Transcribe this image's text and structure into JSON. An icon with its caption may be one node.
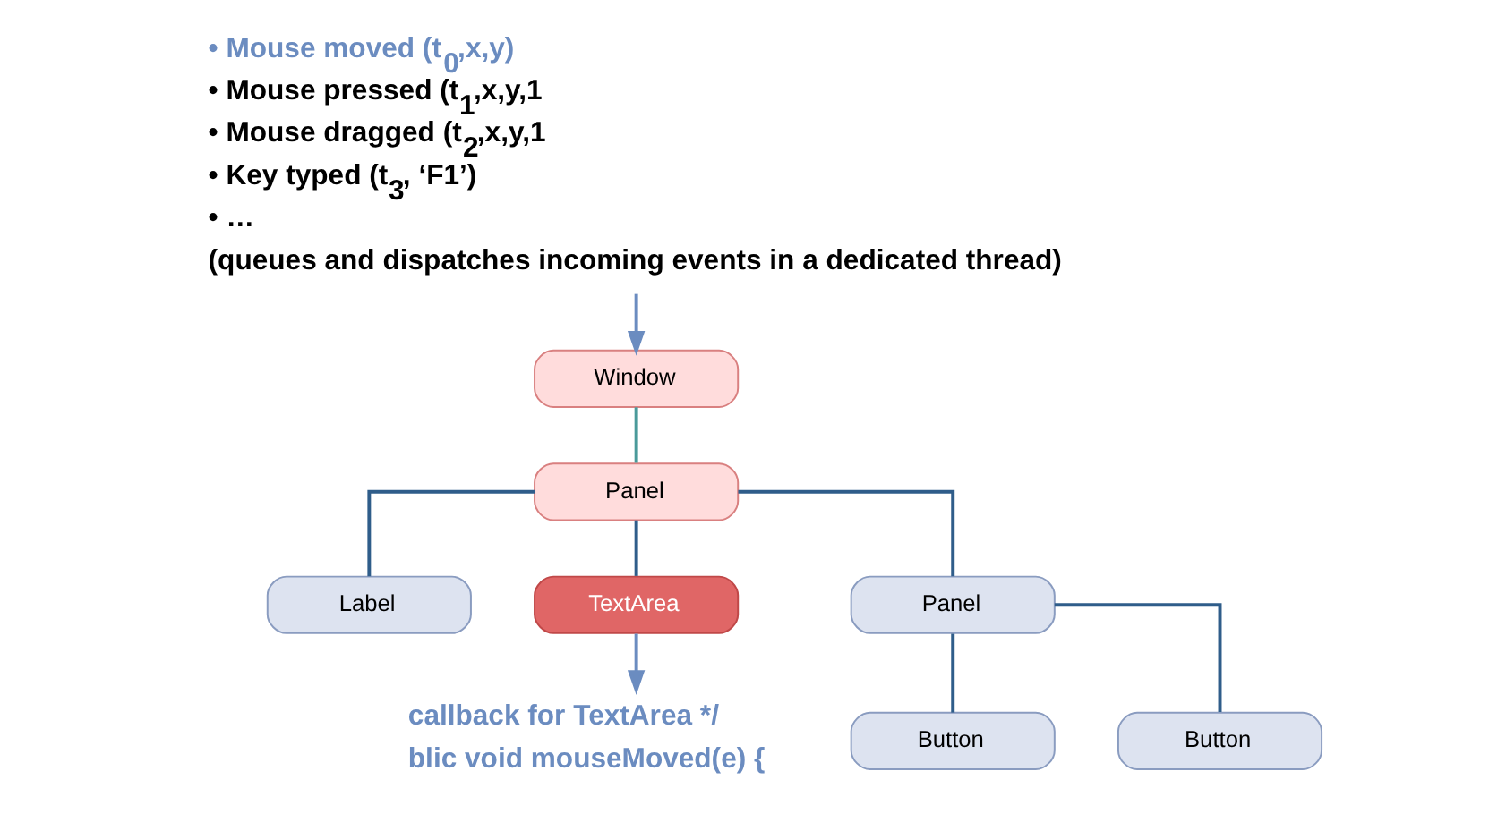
{
  "diagram": {
    "nodes": [
      {
        "text": [
          "• Mouse moved (t$_{0}$,x,y)",
          "• Mouse pressed (t$_{1}$,x,y,1",
          "• Mouse dragged (t$_{2}$,x,y,1",
          "• Key typed (t$_{3}$, ‘F1’)",
          "• …",
          "(queues and dispatches incoming events in a dedicated thread)"
        ]
      },
      {
        "text": [
          "Window"
        ]
      },
      {
        "text": [
          "Panel"
        ]
      },
      {
        "text": [
          "Label"
        ]
      },
      {
        "text": [
          "TextArea"
        ]
      },
      {
        "text": [
          "Panel"
        ]
      },
      {
        "text": [
          "callback for TextArea */",
          "blic void mouseMoved(e) {"
        ]
      },
      {
        "text": [
          "Button"
        ]
      },
      {
        "text": [
          "Button"
        ]
      }
    ],
    "edges": [
      {
        "from": 0,
        "to": 1,
        "arrow": "to",
        "color": "#6b8cc0"
      },
      {
        "from": 1,
        "to": 2,
        "arrow": "none",
        "color": "#4a9a9a"
      },
      {
        "from": 2,
        "to": 3,
        "arrow": "none"
      },
      {
        "from": 2,
        "to": 4,
        "arrow": "none"
      },
      {
        "from": 2,
        "to": 5,
        "arrow": "none"
      },
      {
        "from": 4,
        "to": 6,
        "arrow": "to",
        "color": "#6b8cc0"
      },
      {
        "from": 5,
        "to": 7,
        "arrow": "none"
      },
      {
        "from": 5,
        "to": 8,
        "arrow": "none"
      }
    ]
  }
}
